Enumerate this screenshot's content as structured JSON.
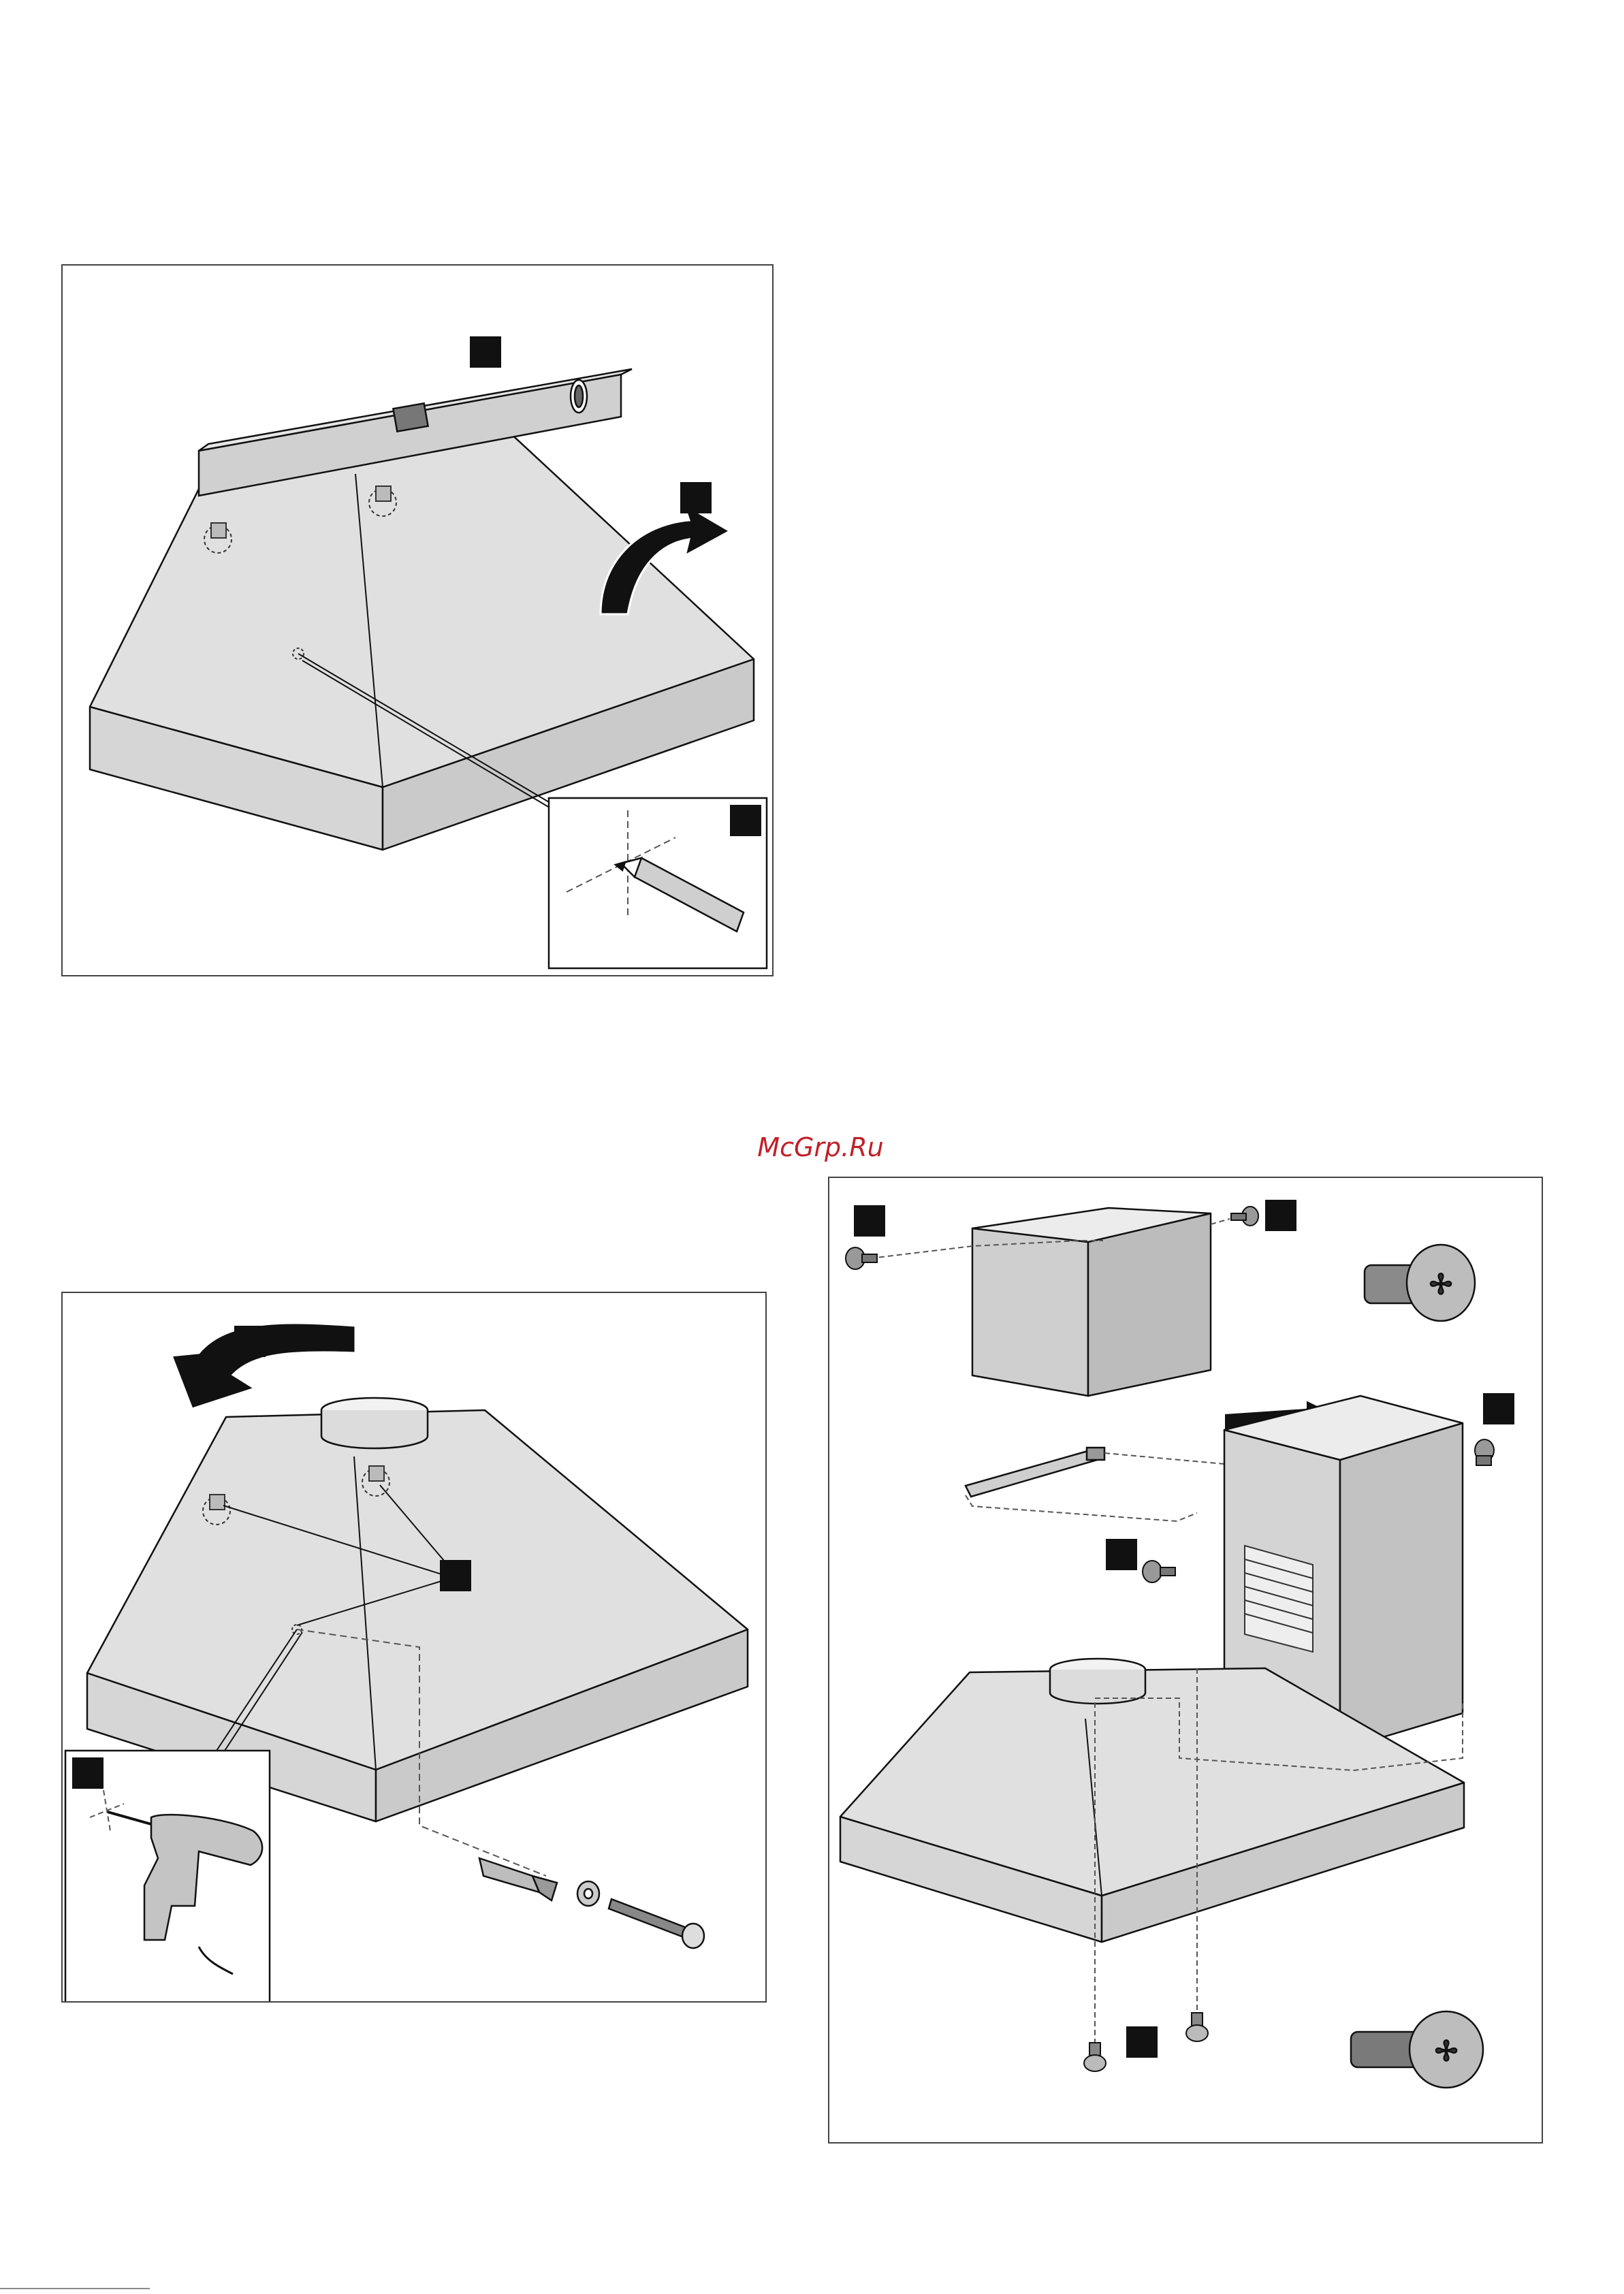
{
  "watermark": {
    "text": "McGrp.Ru",
    "color": "#c0202a"
  },
  "colors": {
    "hood_fill": "#dedede",
    "hood_shade": "#cfcfcf",
    "outline": "#111111",
    "step_marker": "#111111",
    "panel_border": "#444444"
  },
  "panels": [
    {
      "id": "level-and-mark",
      "icons": [
        "spirit-level-icon",
        "rotate-arrow-icon",
        "pencil-icon",
        "crosshair-icon"
      ],
      "step_markers": 3
    },
    {
      "id": "drill-and-fix",
      "icons": [
        "down-arrow-icon",
        "drill-icon",
        "wall-plug-icon",
        "washer-icon",
        "screw-icon"
      ],
      "step_markers": 3
    },
    {
      "id": "chimney-assembly",
      "icons": [
        "push-arrow-icon",
        "screw-icon",
        "bracket-icon",
        "vent-grille-icon"
      ],
      "step_markers": 5
    }
  ]
}
